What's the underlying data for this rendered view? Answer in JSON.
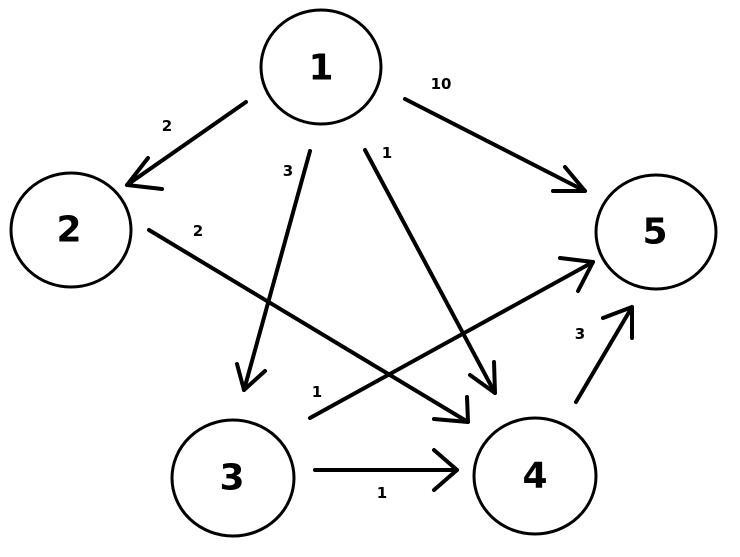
{
  "graph": {
    "nodes": [
      {
        "id": "1",
        "label": "1"
      },
      {
        "id": "2",
        "label": "2"
      },
      {
        "id": "3",
        "label": "3"
      },
      {
        "id": "4",
        "label": "4"
      },
      {
        "id": "5",
        "label": "5"
      }
    ],
    "edges": [
      {
        "from": "1",
        "to": "2",
        "weight": "2"
      },
      {
        "from": "1",
        "to": "3",
        "weight": "3"
      },
      {
        "from": "1",
        "to": "4",
        "weight": "1"
      },
      {
        "from": "1",
        "to": "5",
        "weight": "10"
      },
      {
        "from": "2",
        "to": "4",
        "weight": "2"
      },
      {
        "from": "3",
        "to": "4",
        "weight": "1"
      },
      {
        "from": "3",
        "to": "5",
        "weight": "1"
      },
      {
        "from": "4",
        "to": "5",
        "weight": "3"
      }
    ]
  }
}
